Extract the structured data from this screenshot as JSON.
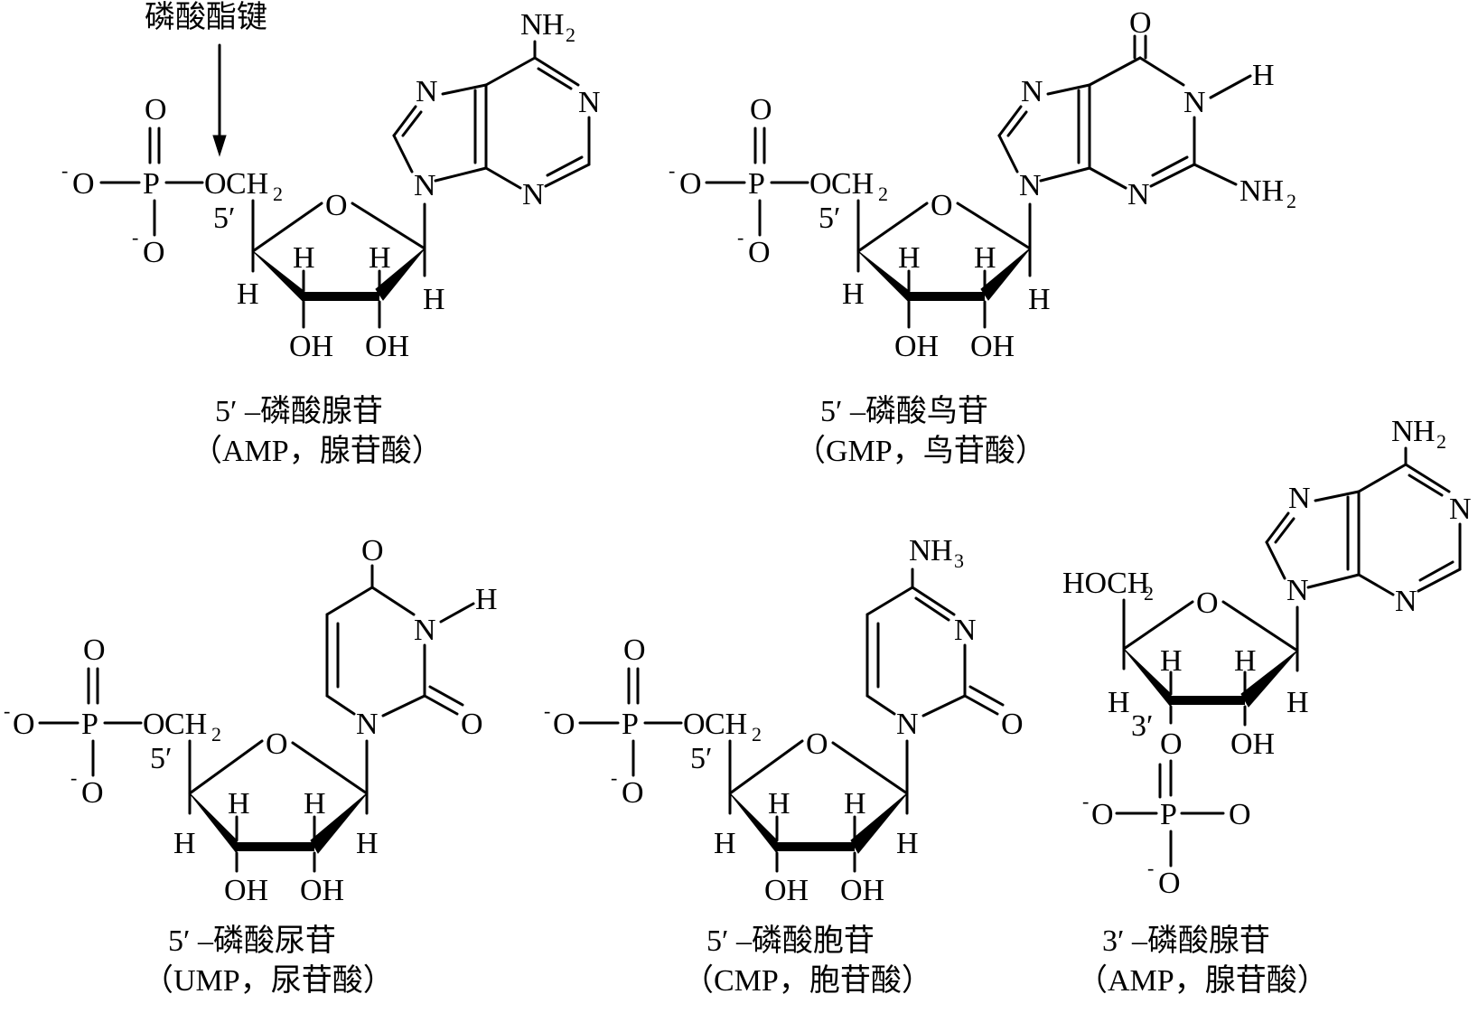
{
  "annotation": {
    "label": "磷酸酯键"
  },
  "molecules": [
    {
      "name_line1": "5′ –磷酸腺苷",
      "name_line2": "（AMP，腺苷酸）"
    },
    {
      "name_line1": "5′ –磷酸鸟苷",
      "name_line2": "（GMP，鸟苷酸）"
    },
    {
      "name_line1": "5′ –磷酸尿苷",
      "name_line2": "（UMP，尿苷酸）"
    },
    {
      "name_line1": "5′ –磷酸胞苷",
      "name_line2": "（CMP，胞苷酸）"
    },
    {
      "name_line1": "3′ –磷酸腺苷",
      "name_line2": "（AMP，腺苷酸）"
    }
  ],
  "atoms": {
    "O": "O",
    "P": "P",
    "N": "N",
    "H": "H",
    "C": "C",
    "OH": "OH",
    "NH": "NH",
    "CH": "CH",
    "HOCH": "HOCH",
    "neg": "-",
    "sub2": "2",
    "sub3": "3",
    "pos5": "5′",
    "pos3": "3′"
  }
}
